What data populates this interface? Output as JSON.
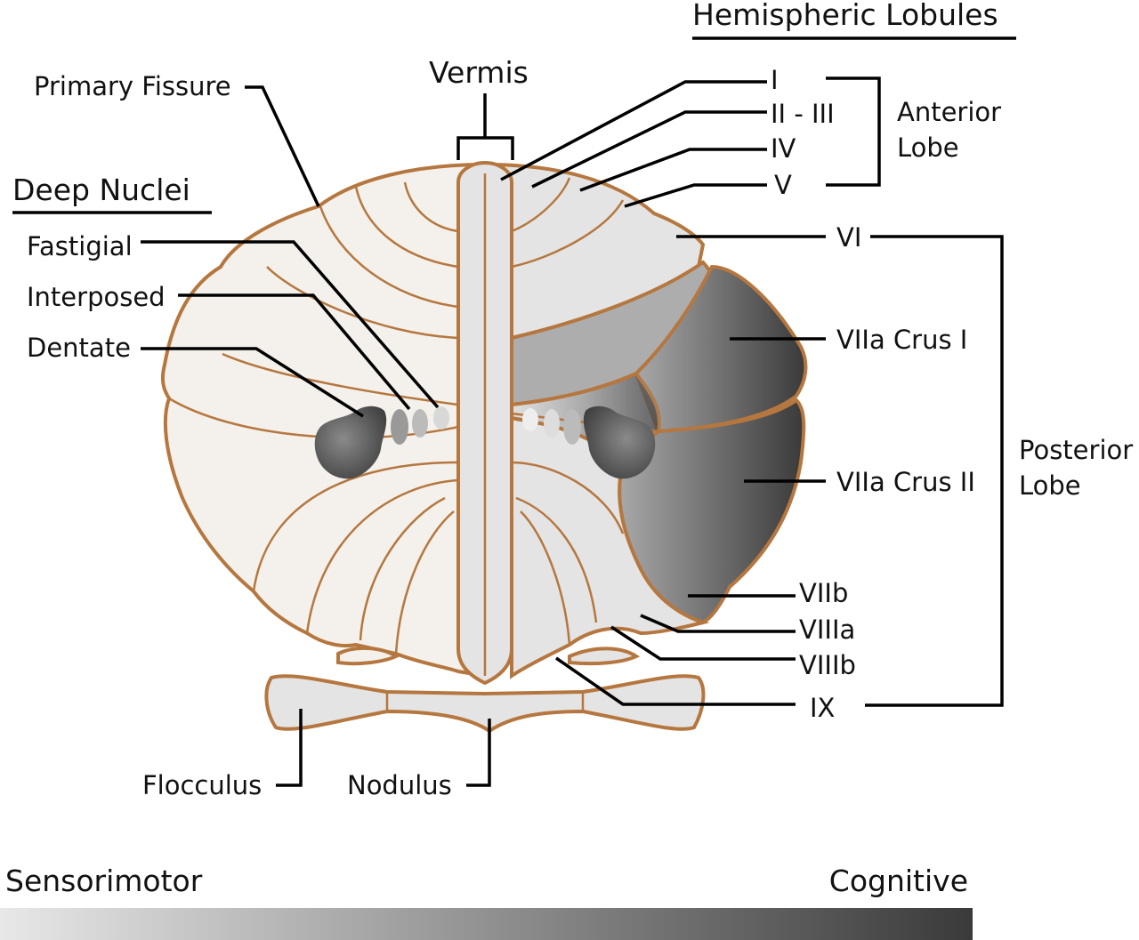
{
  "headers": {
    "hemispheric": "Hemispheric Lobules",
    "vermis": "Vermis",
    "deep_nuclei": "Deep Nuclei"
  },
  "labels": {
    "primary_fissure": "Primary Fissure",
    "fastigial": "Fastigial",
    "interposed": "Interposed",
    "dentate": "Dentate",
    "lobule_i": "I",
    "lobule_ii_iii": "II - III",
    "lobule_iv": "IV",
    "lobule_v": "V",
    "lobule_vi": "VI",
    "crus_i": "VIIa Crus I",
    "crus_ii": "VIIa Crus II",
    "viib": "VIIb",
    "viiia": "VIIIa",
    "viiib": "VIIIb",
    "ix": "IX",
    "flocculus": "Flocculus",
    "nodulus": "Nodulus",
    "anterior_lobe": [
      "Anterior",
      "Lobe"
    ],
    "posterior_lobe": [
      "Posterior",
      "Lobe"
    ]
  },
  "scale": {
    "left": "Sensorimotor",
    "right": "Cognitive"
  },
  "colors": {
    "outline": "#b5773f",
    "left_fill": "#f4f1ec",
    "light_fill": "#e4e4e4",
    "vi_fill": "#adadad",
    "dark_fill": "#3e3e3e"
  }
}
